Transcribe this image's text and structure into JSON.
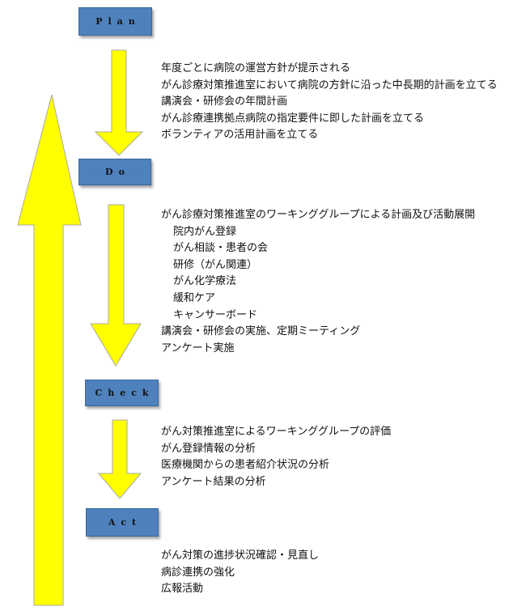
{
  "stages": {
    "plan": {
      "label": "Plan"
    },
    "do": {
      "label": "Do"
    },
    "check": {
      "label": "Check"
    },
    "act": {
      "label": "Act"
    }
  },
  "plan_items": [
    "年度ごとに病院の運営方針が提示される",
    "がん診療対策推進室において病院の方針に沿った中長期的計画を立てる",
    "講演会・研修会の年間計画",
    "がん診療連携拠点病院の指定要件に即した計画を立てる",
    "ボランティアの活用計画を立てる"
  ],
  "do_items": [
    "がん診療対策推進室のワーキンググループによる計画及び活動展開",
    "院内がん登録",
    "がん相談・患者の会",
    "研修（がん関連）",
    "がん化学療法",
    "緩和ケア",
    "キャンサーボード",
    "講演会・研修会の実施、定期ミーティング",
    "アンケート実施"
  ],
  "check_items": [
    "がん対策推進室によるワーキンググループの評価",
    "がん登録情報の分析",
    "医療機関からの患者紹介状況の分析",
    "アンケート結果の分析"
  ],
  "act_items": [
    "がん対策の進捗状況確認・見直し",
    "病診連携の強化",
    "広報活動"
  ],
  "colors": {
    "arrow_fill": "#ffff00",
    "arrow_stroke": "#a8a8a8",
    "stage_fill": "#4f81bd"
  }
}
